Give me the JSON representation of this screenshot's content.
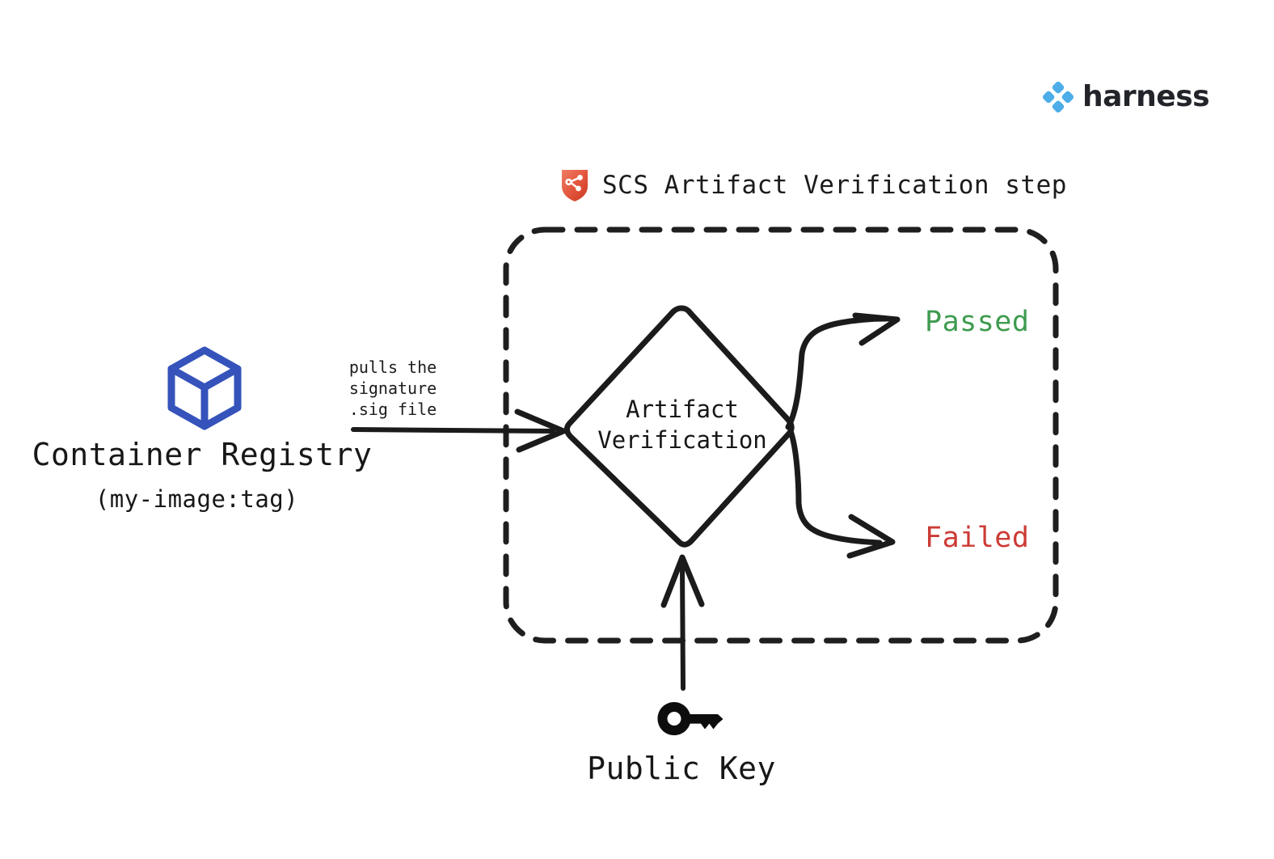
{
  "brand": {
    "name": "harness",
    "mark_icon": "harness-diamond-logo",
    "mark_color": "#4DADE8"
  },
  "step": {
    "icon": "scs-shield-icon",
    "icon_color": "#E24B36",
    "title": "SCS Artifact Verification step"
  },
  "source": {
    "icon": "container-box-icon",
    "icon_color": "#3553BB",
    "label": "Container Registry",
    "sublabel": "(my-image:tag)"
  },
  "edges": {
    "pull_label_line1": "pulls the signature",
    "pull_label_line2": ".sig file"
  },
  "decision": {
    "line1": "Artifact",
    "line2": "Verification"
  },
  "outcomes": [
    {
      "label": "Passed",
      "color": "#3E9B4F",
      "name": "passed"
    },
    {
      "label": "Failed",
      "color": "#CC3B35",
      "name": "failed"
    }
  ],
  "key": {
    "icon": "key-icon",
    "label": "Public Key"
  },
  "style": {
    "stroke": "#1f1f1f",
    "background": "#ffffff"
  }
}
